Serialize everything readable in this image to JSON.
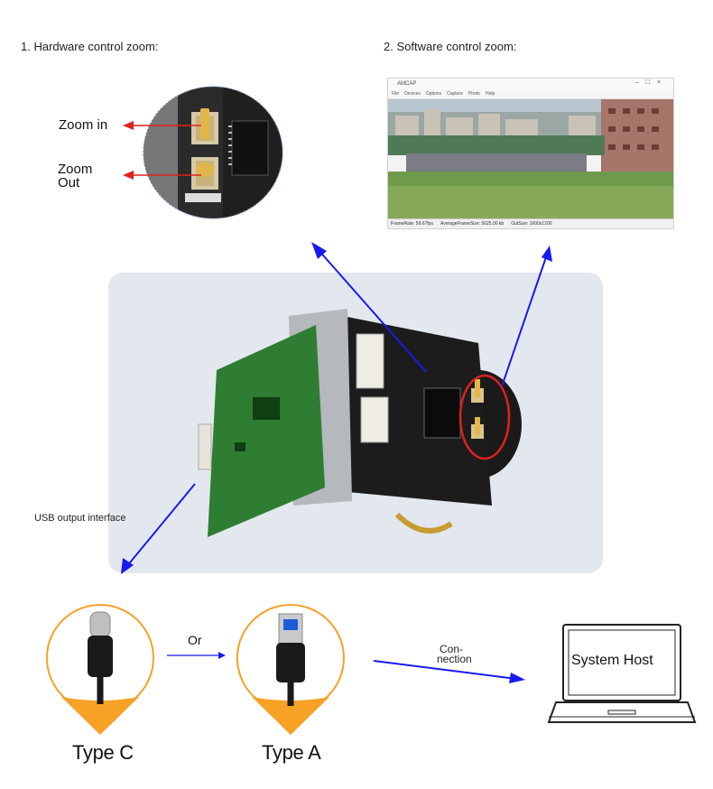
{
  "sections": {
    "hardware_title": "1. Hardware control zoom:",
    "software_title": "2. Software control zoom:"
  },
  "hardware": {
    "zoom_in": "Zoom in",
    "zoom_out_line1": "Zoom",
    "zoom_out_line2": "Out"
  },
  "software": {
    "app_name": "AMCAP",
    "menu": [
      "File",
      "Devices",
      "Options",
      "Capture",
      "Photo",
      "Help"
    ],
    "status": [
      "FrameRate: 59.67fps",
      "AverageFrameSize: 5625.00 kb",
      "OutSize: 1600x1200"
    ]
  },
  "usb_label": "USB output interface",
  "or_label": "Or",
  "connection_line1": "Con-",
  "connection_line2": "nection",
  "type_c": "Type C",
  "type_a": "Type A",
  "system_host": "System Host",
  "colors": {
    "arrow_blue": "#1a1aee",
    "arrow_red": "#e02020",
    "orange": "#f7a125",
    "panel": "#e3e8ee",
    "pcb_green": "#2e7d32"
  }
}
